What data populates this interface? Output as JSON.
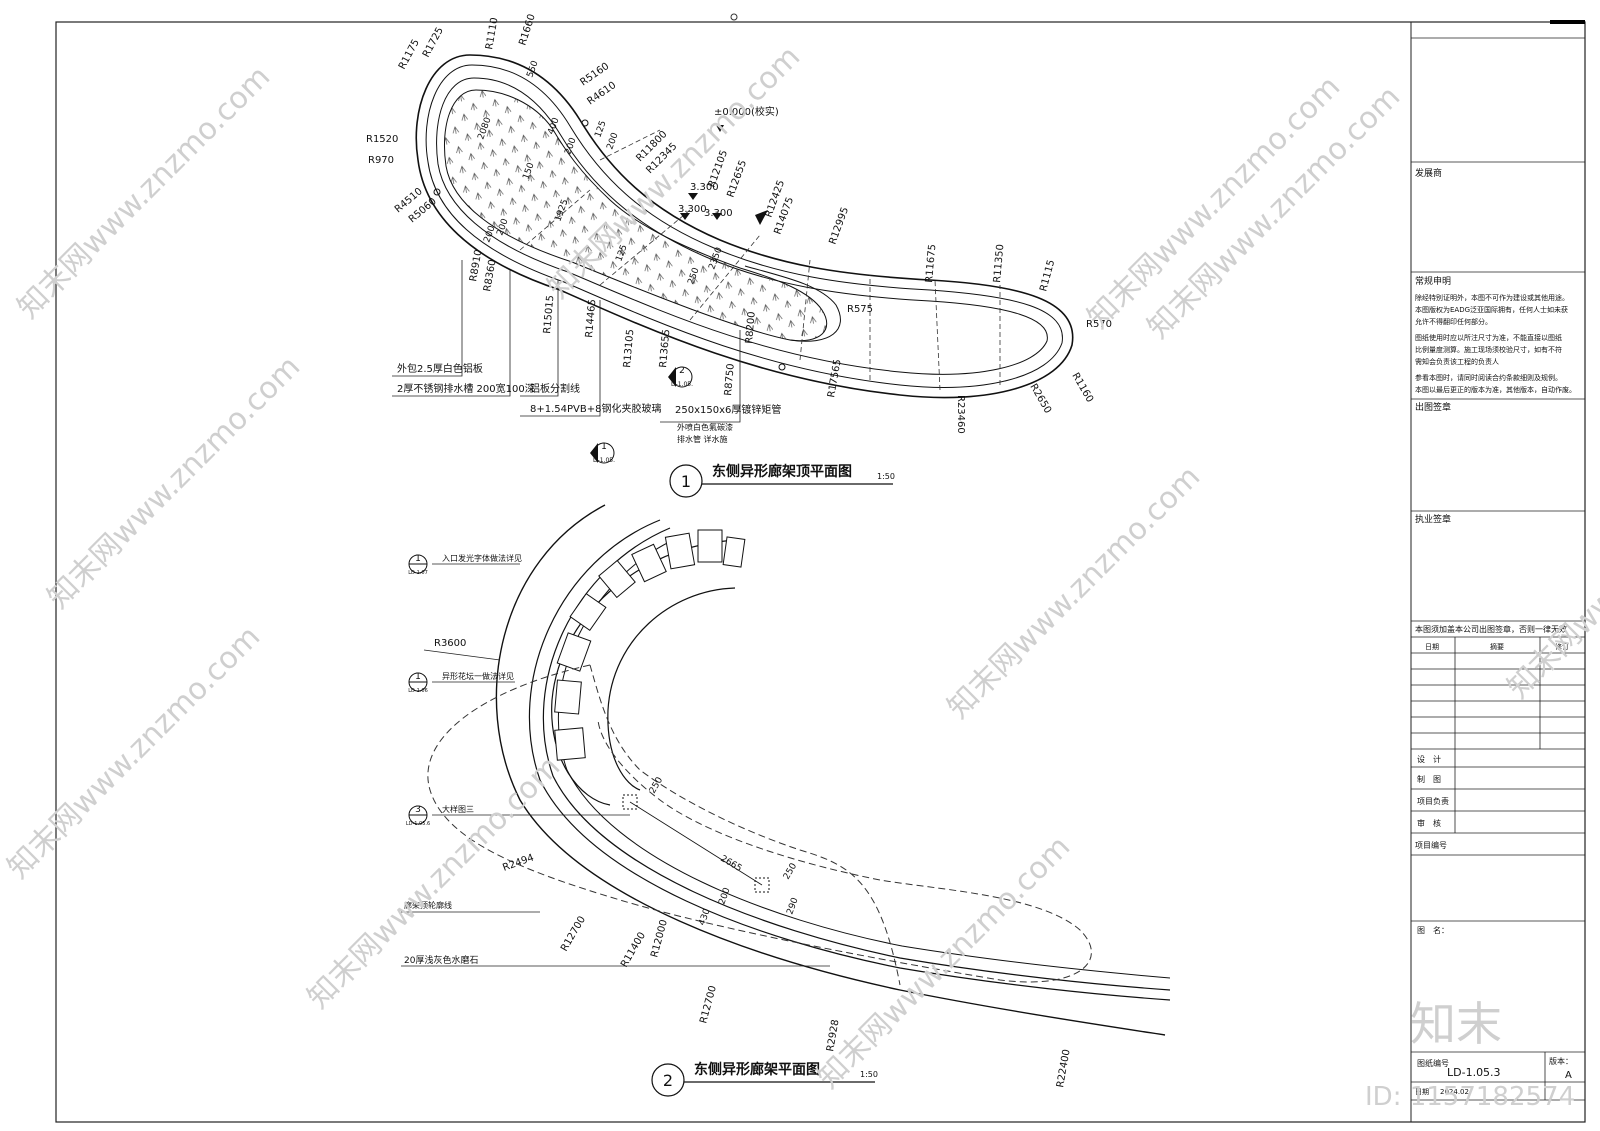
{
  "drawing_1": {
    "number": "1",
    "title": "东侧异形廊架顶平面图",
    "scale": "1:50",
    "elevation": "±0.000(校实)",
    "levels": [
      "3.300",
      "3.300",
      "3.300"
    ],
    "radii": [
      "R1725",
      "R1175",
      "R1110",
      "R1660",
      "R1520",
      "R970",
      "R5160",
      "R4610",
      "R11800",
      "R12345",
      "R12105",
      "R12655",
      "R12425",
      "R14075",
      "R12995",
      "R11675",
      "R11350",
      "R1115",
      "R570",
      "R1160",
      "R2650",
      "R23460",
      "R17565",
      "R8750",
      "R8200",
      "R575",
      "R13655",
      "R13105",
      "R14465",
      "R15015",
      "R8360",
      "R8910",
      "R5060",
      "R4510"
    ],
    "dims": [
      "550",
      "2080",
      "400",
      "200",
      "200",
      "125",
      "1925",
      "125",
      "150",
      "250",
      "200",
      "200",
      "2350"
    ],
    "notes": [
      "外包2.5厚白色铝板",
      "2厚不锈钢排水槽 200宽100深",
      "铝板分割线",
      "8+1.54PVB+8钢化夹胶玻璃",
      "250x150x6厚镀锌矩管",
      "外喷白色氟碳漆",
      "排水管 详水施"
    ],
    "section_marks": [
      {
        "num": "2",
        "ref": "D-1.05."
      },
      {
        "num": "1",
        "ref": "D-1.05."
      }
    ]
  },
  "drawing_2": {
    "number": "2",
    "title": "东侧异形廊架平面图",
    "scale": "1:50",
    "callouts": [
      {
        "num": "1",
        "ref": "LD-1.07",
        "text": "入口发光字体做法详见"
      },
      {
        "num": "1",
        "ref": "LD-1.06",
        "text": "异形花坛一做法详见"
      },
      {
        "num": "3",
        "ref": "LD-1.05.6",
        "text": "大样图三"
      }
    ],
    "notes": [
      "廊架顶轮廓线",
      "20厚浅灰色水磨石"
    ],
    "radii": [
      "R3600",
      "R2494",
      "R12700",
      "R11400",
      "R12000",
      "R12700",
      "R2928",
      "R22400"
    ],
    "dims": [
      "250",
      "2665",
      "250",
      "200",
      "430",
      "290"
    ]
  },
  "title_block": {
    "developer": "发展商",
    "general_notes_title": "常规申明",
    "general_notes": [
      "除经特别证明外，本图不可作为建设或其他用途。",
      "本图版权为EADG泛亚国际拥有，任何人士如未获",
      "允许不得翻印任何部分。",
      "图纸使用时应以所注尺寸为准，不能直接以图纸",
      "比例量度测算。施工现场须校验尺寸，如有不符",
      "需知会负责该工程的负责人",
      "参看本图时，请同时阅读合约条款细则及规例。",
      "本图以最后更正的版本为准，其他版本，自动作废。"
    ],
    "issue_seal": "出图签章",
    "practice_seal": "执业签章",
    "seal_warning": "本图须加盖本公司出图签章，否则一律无效",
    "revision_headers": [
      "日期",
      "摘要",
      "修订"
    ],
    "roles": [
      "设　计",
      "制　图",
      "项目负责",
      "审　核"
    ],
    "project_no": "项目编号",
    "drawing_name": "图　名：",
    "drawing_no_label": "图纸编号",
    "drawing_no": "LD-1.05.3",
    "version_label": "版本：",
    "version": "A",
    "date_label": "日期",
    "date": "2024.02"
  },
  "watermark": {
    "site": "知末网www.znzmo.com",
    "logo": "知末",
    "id": "ID: 1157182574"
  }
}
